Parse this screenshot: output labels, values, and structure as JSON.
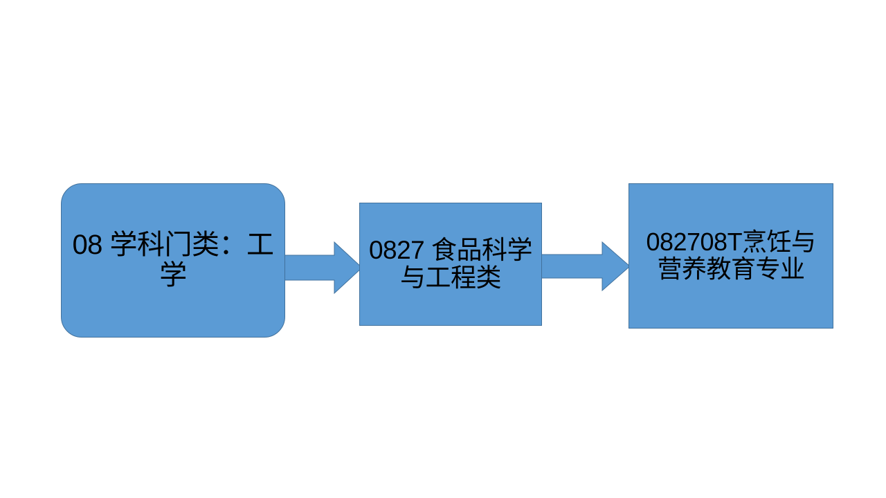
{
  "diagram": {
    "type": "flowchart",
    "orientation": "left-to-right",
    "background_color": "#FFFFFF",
    "shape_fill_color": "#5B9BD5",
    "shape_border_color": "#41719C",
    "text_color": "#000000",
    "nodes": [
      {
        "id": "discipline",
        "shape": "rounded-rectangle",
        "label": "08 学科门类：工学"
      },
      {
        "id": "category",
        "shape": "rectangle",
        "label": "0827 食品科学与工程类"
      },
      {
        "id": "major",
        "shape": "rectangle",
        "label": "082708T烹饪与营养教育专业"
      }
    ],
    "connectors": [
      {
        "id": "arrow-1",
        "shape": "block-arrow-right",
        "from": "discipline",
        "to": "category",
        "label": ""
      },
      {
        "id": "arrow-2",
        "shape": "block-arrow-right",
        "from": "category",
        "to": "major",
        "label": ""
      }
    ]
  }
}
